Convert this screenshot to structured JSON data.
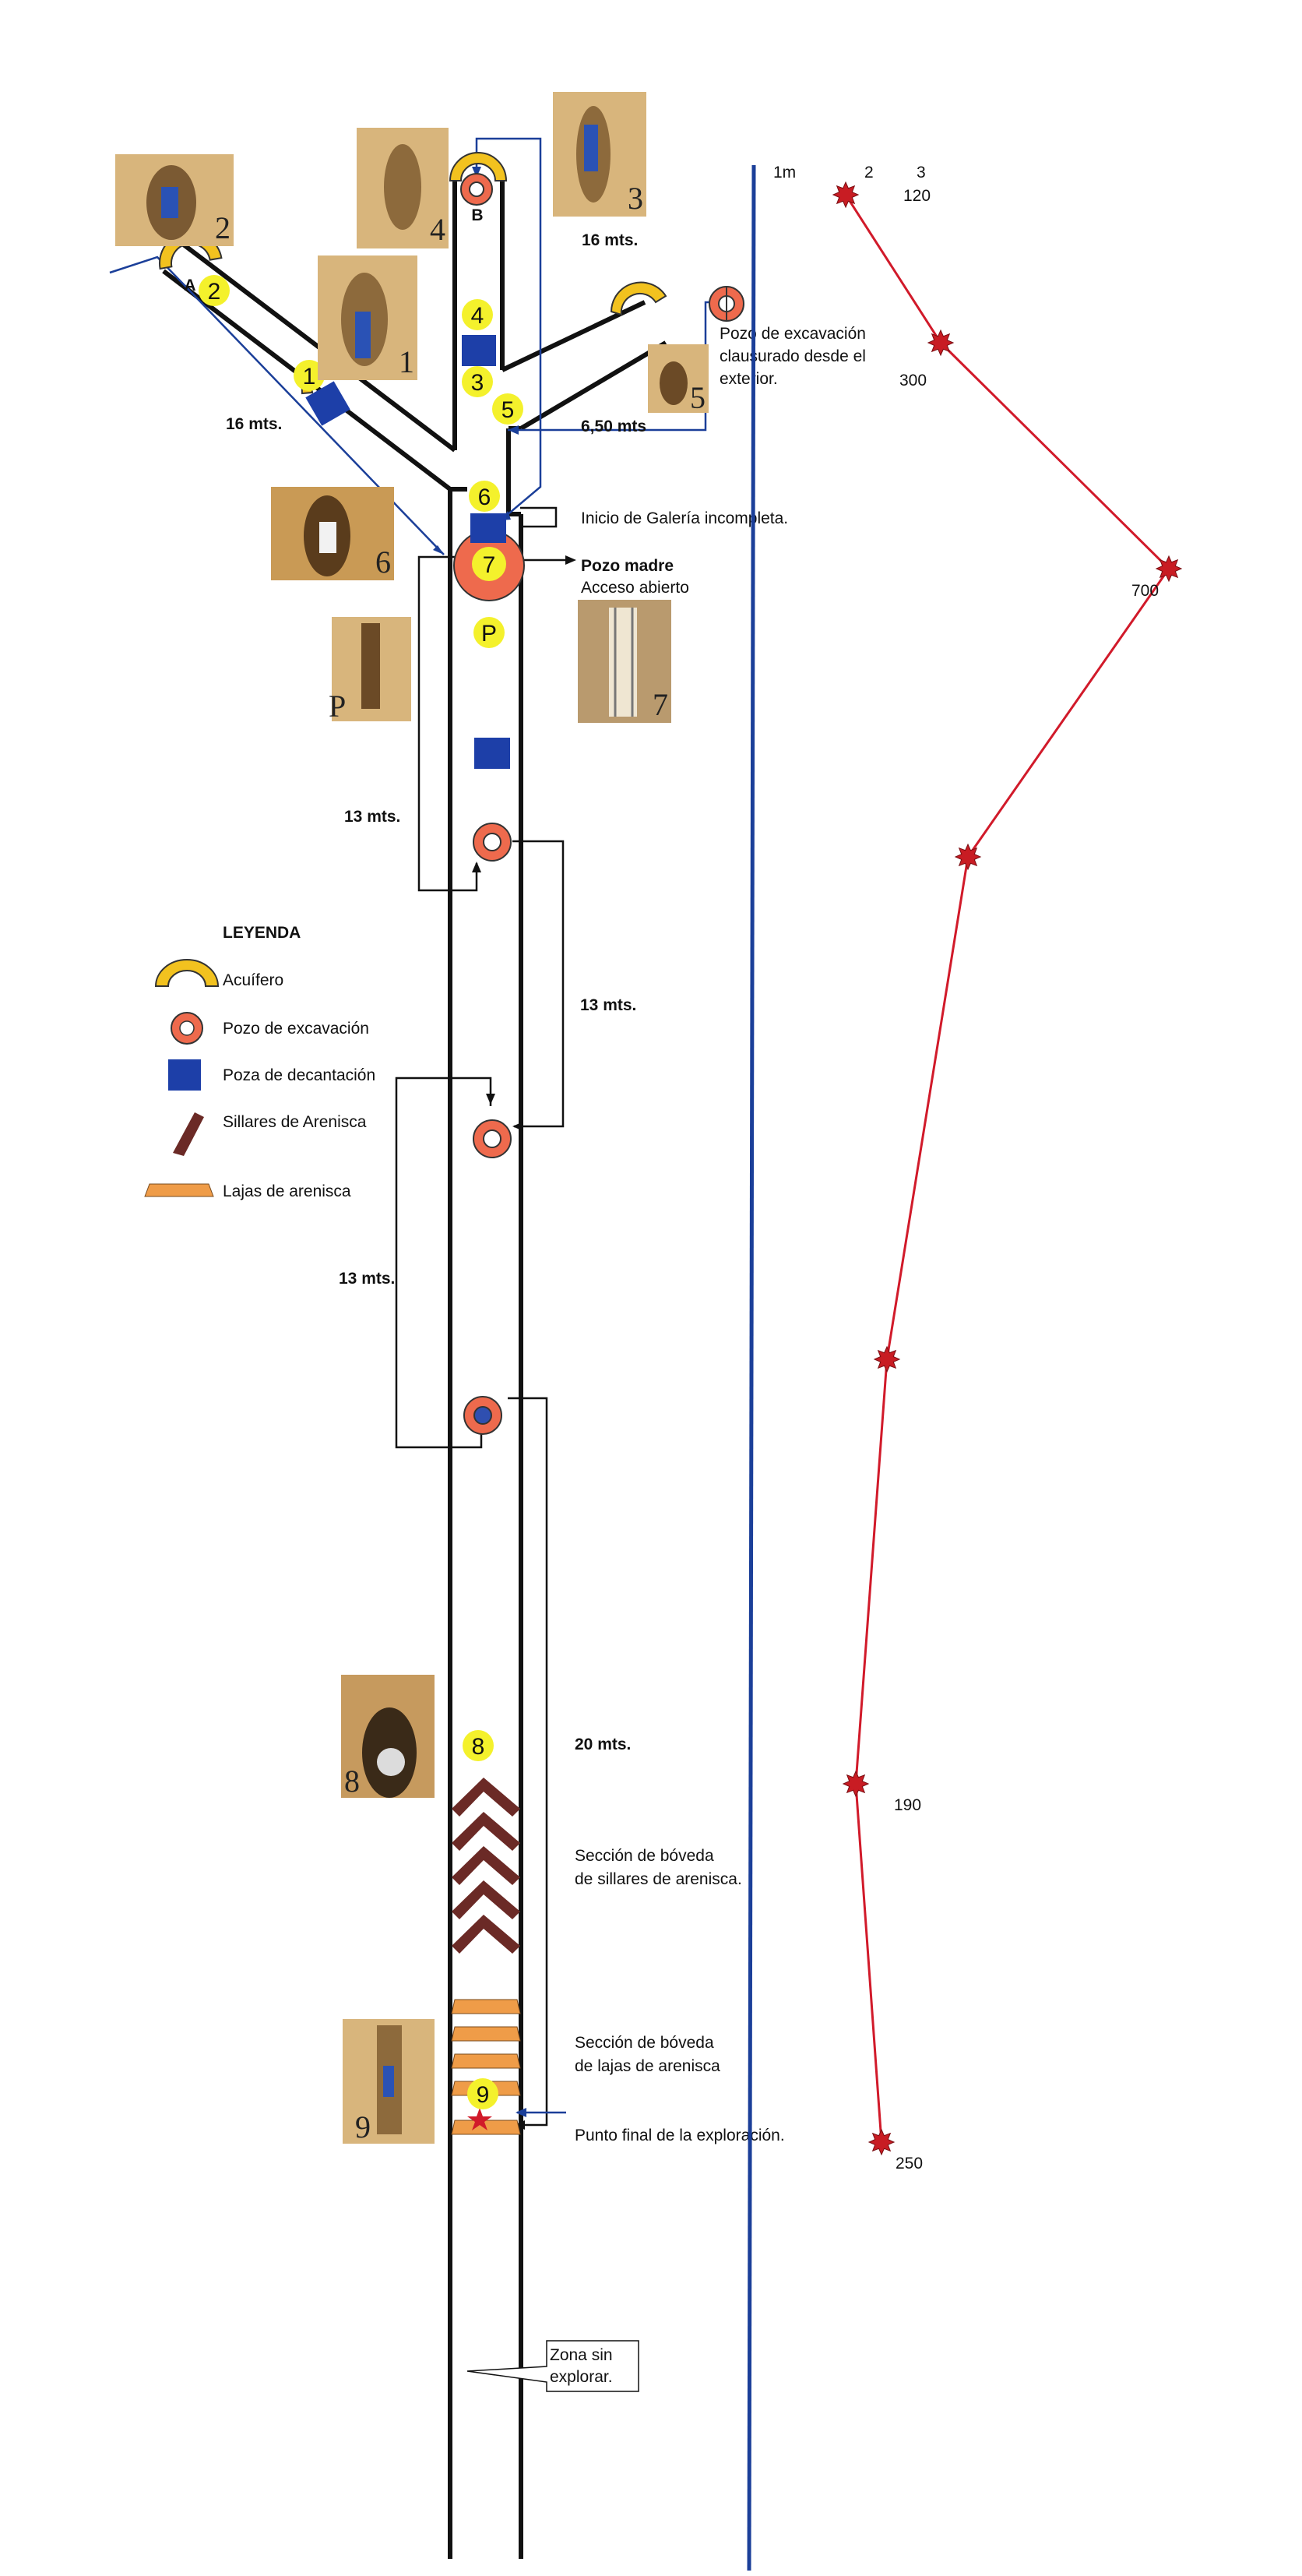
{
  "colors": {
    "wall": "#111111",
    "survey_line": "#1b3f99",
    "aquifer": "#f2c21f",
    "well_fill": "#ee6a4d",
    "tank": "#1d3fa8",
    "sillar": "#6b2a26",
    "laja": "#ef9c48",
    "badge": "#f4f12c",
    "profile_line": "#d11a2a",
    "profile_node": "#c81c23",
    "photo_bg": "#d8b57c"
  },
  "legend": {
    "title": "LEYENDA",
    "items": [
      {
        "icon": "aquifer-icon",
        "label": "Acuífero"
      },
      {
        "icon": "excavation-well-icon",
        "label": "Pozo de excavación"
      },
      {
        "icon": "decantation-pool-icon",
        "label": "Poza de decantación"
      },
      {
        "icon": "sandstone-block-icon",
        "label": "Sillares de Arenisca"
      },
      {
        "icon": "sandstone-slab-icon",
        "label": "Lajas de arenisca"
      }
    ]
  },
  "labels": {
    "A": "A",
    "B": "B",
    "P": "P",
    "dist_16_left": "16 mts.",
    "dist_16_top": "16 mts.",
    "dist_650": "6,50 mts",
    "dist_13_a": "13 mts.",
    "dist_13_b": "13 mts.",
    "dist_13_c": "13 mts.",
    "dist_20": "20 mts.",
    "pozo_cerrado_1": "Pozo de excavación",
    "pozo_cerrado_2": "clausurado desde el",
    "pozo_cerrado_3": "exterior.",
    "inicio_galeria": "Inicio de Galería incompleta.",
    "pozo_madre": "Pozo madre",
    "acceso_abierto": "Acceso abierto",
    "seccion_sillares_1": "Sección de bóveda",
    "seccion_sillares_2": "de sillares de arenisca.",
    "seccion_lajas_1": "Sección de bóveda",
    "seccion_lajas_2": "de lajas de arenisca",
    "punto_final": "Punto final de la exploración.",
    "zona_1": "Zona sin",
    "zona_2": "explorar."
  },
  "badges": [
    "1",
    "2",
    "3",
    "4",
    "5",
    "6",
    "7",
    "8",
    "9",
    "P"
  ],
  "photos": [
    "2",
    "4",
    "3",
    "1",
    "5",
    "6",
    "P",
    "7",
    "8",
    "9"
  ],
  "profile": {
    "scale_labels": [
      "1m",
      "2",
      "3"
    ],
    "points": [
      {
        "value": 120,
        "label": "120"
      },
      {
        "value": 300,
        "label": "300"
      },
      {
        "value": 700,
        "label": "700"
      },
      {
        "value": null,
        "label": ""
      },
      {
        "value": null,
        "label": ""
      },
      {
        "value": 190,
        "label": "190"
      },
      {
        "value": 250,
        "label": "250"
      }
    ]
  }
}
